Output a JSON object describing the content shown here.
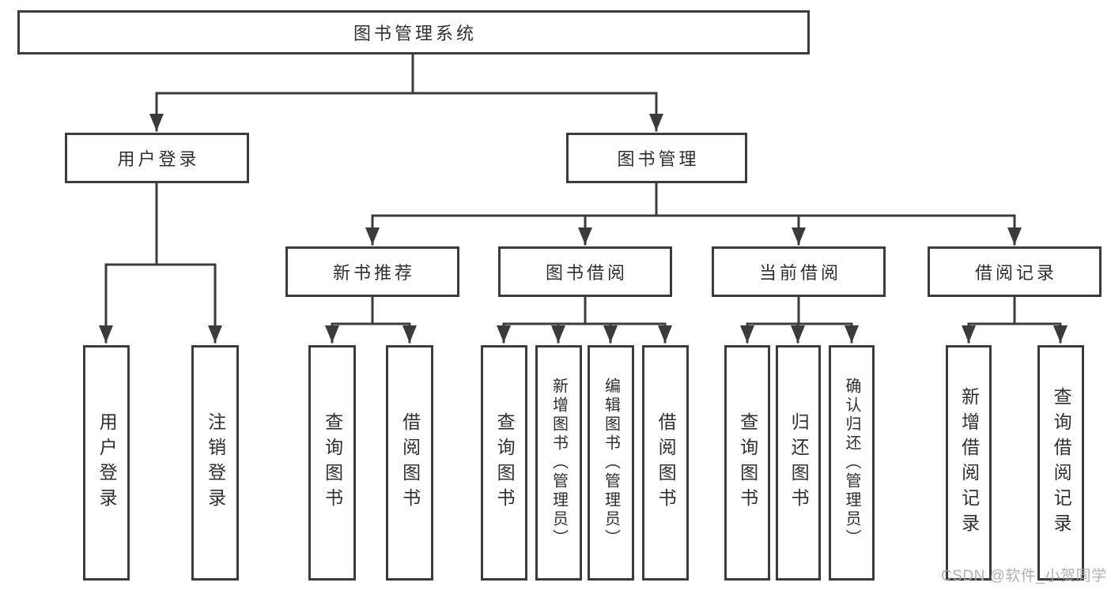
{
  "diagram": {
    "root": {
      "label": "图书管理系统"
    },
    "branches": {
      "user_login": {
        "label": "用户登录",
        "children": [
          {
            "label": "用户登录"
          },
          {
            "label": "注销登录"
          }
        ]
      },
      "book_management": {
        "label": "图书管理",
        "sections": [
          {
            "label": "新书推荐",
            "children": [
              {
                "label": "查询图书"
              },
              {
                "label": "借阅图书"
              }
            ]
          },
          {
            "label": "图书借阅",
            "children": [
              {
                "label": "查询图书"
              },
              {
                "label": "新增图书（管理员）"
              },
              {
                "label": "编辑图书（管理员）"
              },
              {
                "label": "借阅图书"
              }
            ]
          },
          {
            "label": "当前借阅",
            "children": [
              {
                "label": "查询图书"
              },
              {
                "label": "归还图书"
              },
              {
                "label": "确认归还（管理员）"
              }
            ]
          },
          {
            "label": "借阅记录",
            "children": [
              {
                "label": "新增借阅记录"
              },
              {
                "label": "查询借阅记录"
              }
            ]
          }
        ]
      }
    }
  },
  "watermark": {
    "text": "CSDN @软件_小贺同学"
  },
  "colors": {
    "line": "#3b3b3b",
    "text": "#2f2f2f",
    "watermark": "#a8a8a8",
    "background": "#ffffff"
  }
}
